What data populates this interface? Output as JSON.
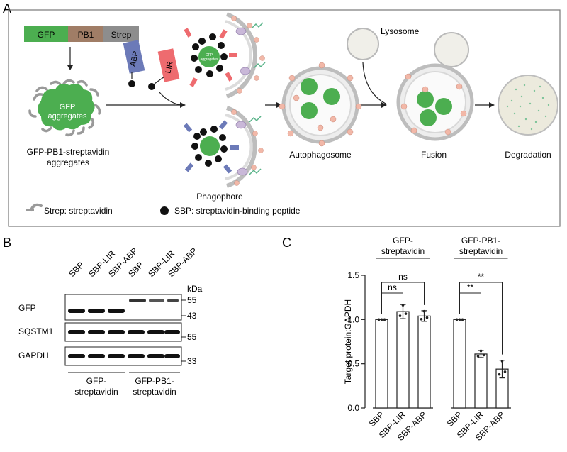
{
  "panel_labels": {
    "a": "A",
    "b": "B",
    "c": "C"
  },
  "panel_a": {
    "construct": {
      "gfp": "GFP",
      "pb1": "PB1",
      "strep": "Strep"
    },
    "aggregate_text": [
      "GFP",
      "aggregates"
    ],
    "aggregate_caption": [
      "GFP-PB1-streptavidin",
      "aggregates"
    ],
    "abp": "ABP",
    "lir": "LIR",
    "small_aggregate": [
      "GFP",
      "aggregates"
    ],
    "phagophore": "Phagophore",
    "autophagosome": "Autophagosome",
    "lysosome": "Lysosome",
    "fusion": "Fusion",
    "degradation": "Degradation",
    "legend_strep": "Strep: streptavidin",
    "legend_sbp": "SBP: streptavidin-binding peptide",
    "colors": {
      "gfp": "#4cae50",
      "pb1": "#a07d66",
      "strep": "#8d8d8d",
      "abp": "#6c7ab8",
      "lir": "#ee6b6f",
      "vesicle_dot": "#f2b8a8"
    }
  },
  "panel_b": {
    "lanes": [
      "SBP",
      "SBP-LIR",
      "SBP-ABP",
      "SBP",
      "SBP-LIR",
      "SBP-ABP"
    ],
    "kda": "kDa",
    "rows": [
      {
        "name": "GFP",
        "markers": [
          "55",
          "43"
        ]
      },
      {
        "name": "SQSTM1",
        "markers": [
          "55"
        ]
      },
      {
        "name": "GAPDH",
        "markers": [
          "33"
        ]
      }
    ],
    "groups": [
      [
        "GFP-",
        "streptavidin"
      ],
      [
        "GFP-PB1-",
        "streptavidin"
      ]
    ]
  },
  "chart_data": {
    "type": "bar",
    "ylabel": "Target protein:GAPDH",
    "ylim": [
      0.0,
      1.5
    ],
    "yticks": [
      "0.0",
      "0.5",
      "1.0",
      "1.5"
    ],
    "groups": [
      {
        "title": [
          "GFP-",
          "streptavidin"
        ],
        "categories": [
          "SBP",
          "SBP-LIR",
          "SBP-ABP"
        ],
        "values": [
          1.0,
          1.09,
          1.04
        ],
        "errors": [
          0.0,
          0.08,
          0.06
        ]
      },
      {
        "title": [
          "GFP-PB1-",
          "streptavidin"
        ],
        "categories": [
          "SBP",
          "SBP-LIR",
          "SBP-ABP"
        ],
        "values": [
          1.0,
          0.61,
          0.44
        ],
        "errors": [
          0.0,
          0.04,
          0.1
        ]
      }
    ],
    "significance": [
      {
        "group": 0,
        "from": 0,
        "to": 1,
        "label": "ns"
      },
      {
        "group": 0,
        "from": 0,
        "to": 2,
        "label": "ns"
      },
      {
        "group": 1,
        "from": 0,
        "to": 1,
        "label": "**"
      },
      {
        "group": 1,
        "from": 0,
        "to": 2,
        "label": "**"
      }
    ]
  }
}
